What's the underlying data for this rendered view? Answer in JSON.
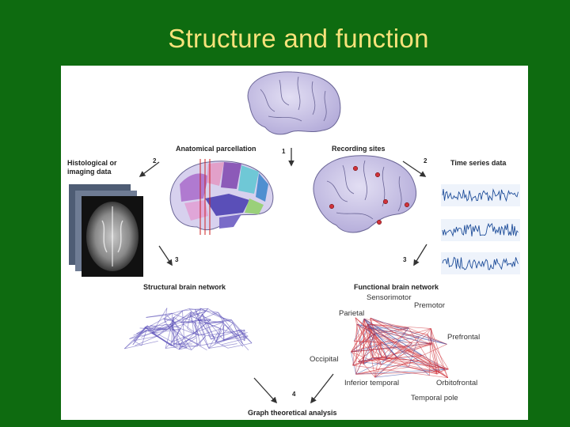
{
  "slide": {
    "title": "Structure and function"
  },
  "diagram": {
    "labels": {
      "anatomical": "Anatomical parcellation",
      "recording": "Recording sites",
      "histological_1": "Histological or",
      "histological_2": "imaging data",
      "timeseries": "Time series data",
      "structural": "Structural brain network",
      "functional": "Functional brain network",
      "graph": "Graph theoretical analysis"
    },
    "step_numbers": {
      "top": "1",
      "left_upper": "2",
      "right_upper": "2",
      "left_lower": "3",
      "right_lower": "3",
      "bottom": "4"
    },
    "regions": {
      "sensorimotor": "Sensorimotor",
      "premotor": "Premotor",
      "parietal": "Parietal",
      "prefrontal": "Prefrontal",
      "occipital": "Occipital",
      "inferior_temporal": "Inferior temporal",
      "orbitofrontal": "Orbitofrontal",
      "temporal_pole": "Temporal pole"
    },
    "colors": {
      "brain_fill": "#c9c3e6",
      "brain_stroke": "#6a6596",
      "structural_edge": "#5a4fb8",
      "functional_edge_red": "#d0323a",
      "functional_edge_blue": "#3b4ea6",
      "arrow": "#333333"
    }
  }
}
